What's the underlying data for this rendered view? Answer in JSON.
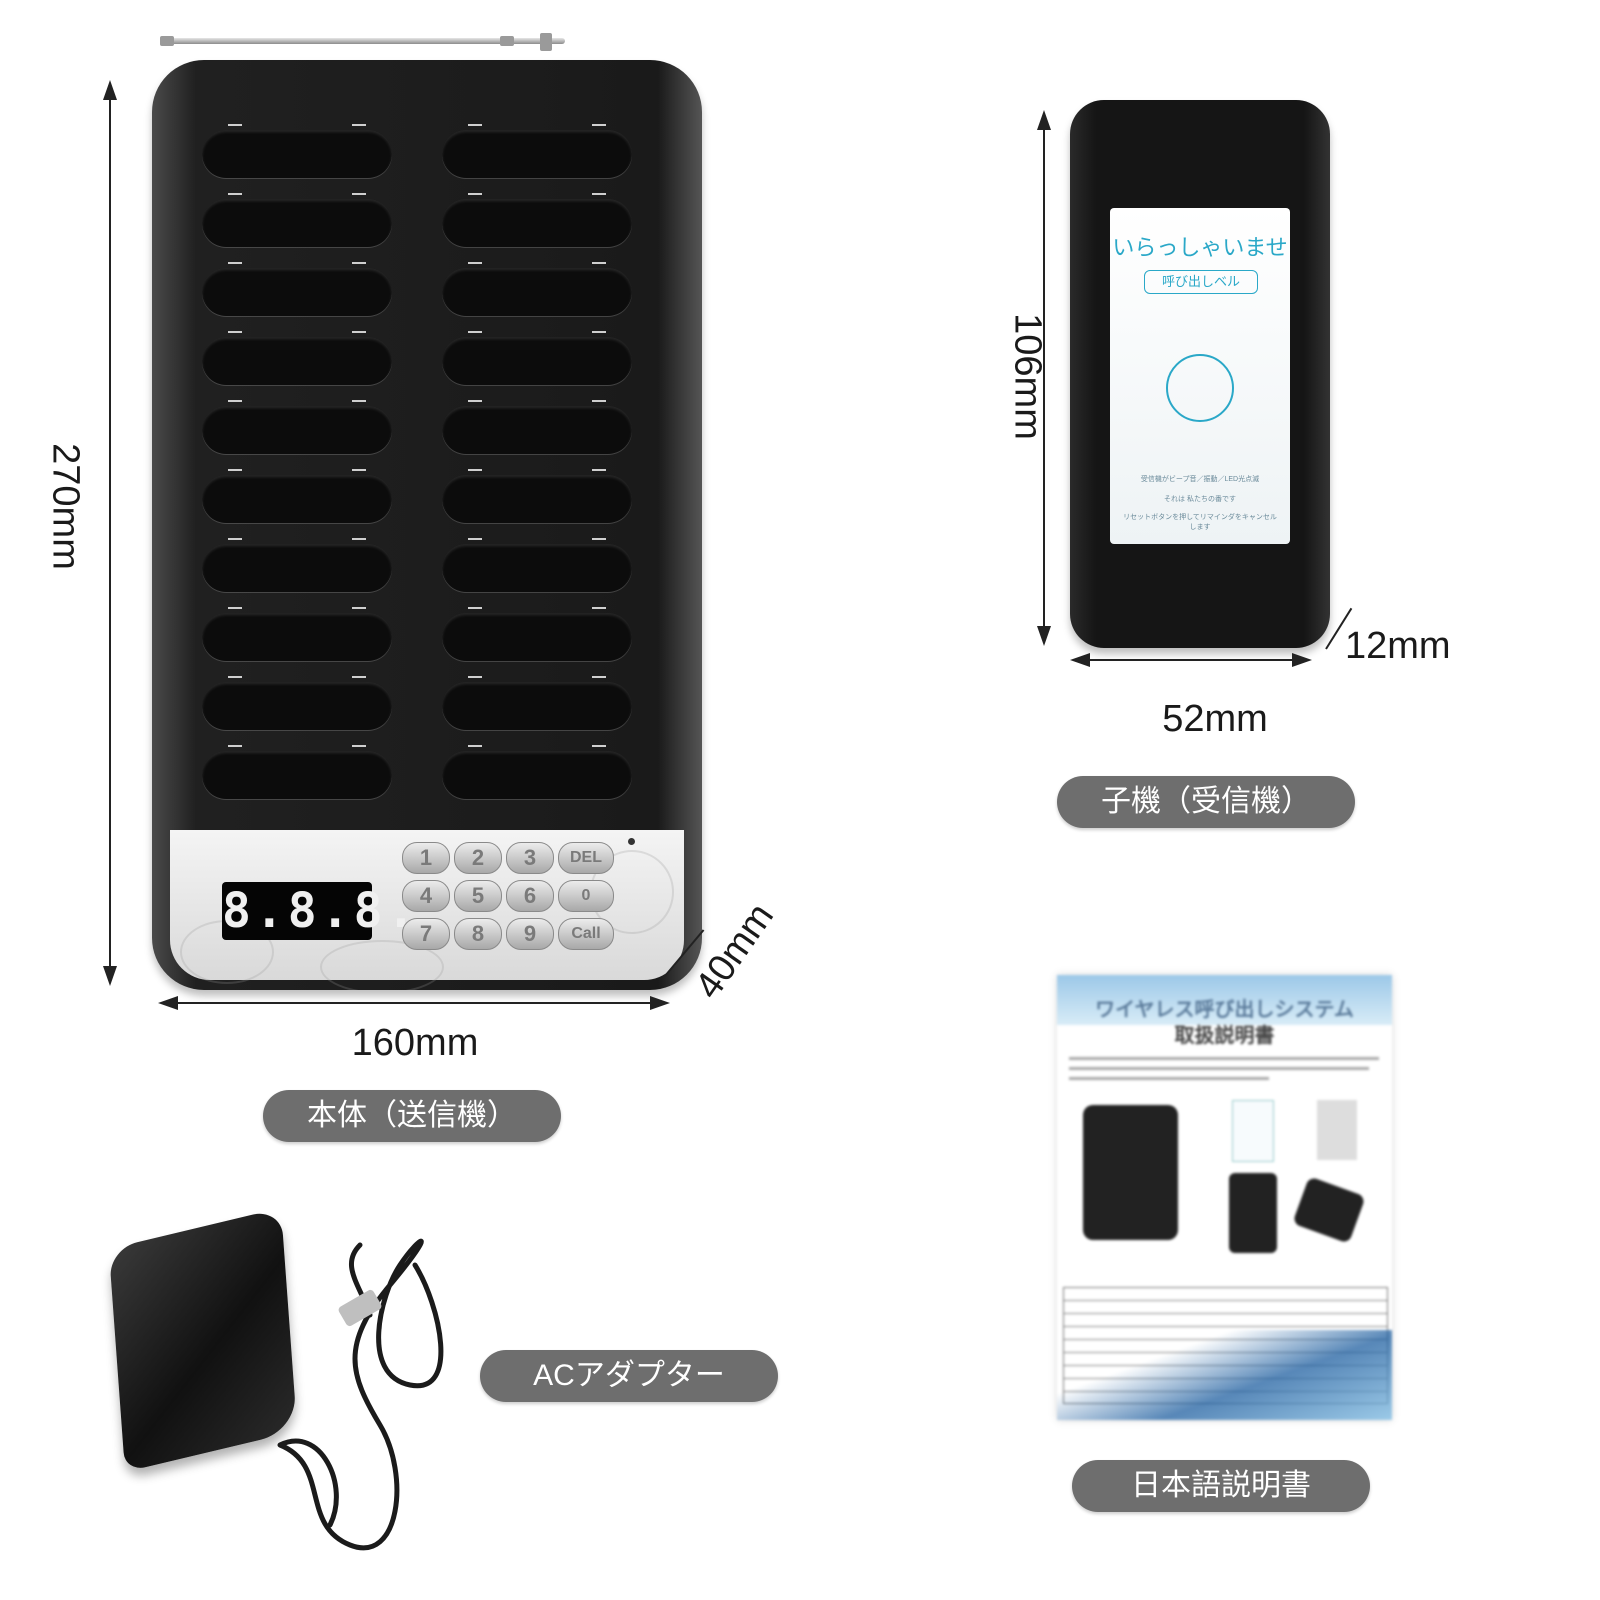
{
  "transmitter": {
    "display_text": "8.8.8.",
    "keys": [
      "1",
      "2",
      "3",
      "DEL",
      "4",
      "5",
      "6",
      "0",
      "7",
      "8",
      "9",
      "Call"
    ],
    "height_label": "270mm",
    "width_label": "160mm",
    "depth_label": "40mm",
    "caption": "本体（送信機）"
  },
  "receiver": {
    "card_title": "いらっしゃいませ",
    "card_subtitle": "呼び出しベル",
    "card_note_1": "受信機がビープ音／振動／LED光点滅",
    "card_note_2": "それは 私たちの番です",
    "card_note_3": "リセットボタンを押してリマインダをキャンセルします",
    "height_label": "106mm",
    "width_label": "52mm",
    "depth_label": "12mm",
    "caption": "子機（受信機）"
  },
  "adapter": {
    "caption": "ACアダプター"
  },
  "manual": {
    "title": "ワイヤレス呼び出しシステム",
    "subtitle": "取扱説明書",
    "caption": "日本語説明書"
  },
  "colors": {
    "pill_bg": "#6e6e6e",
    "card_accent": "#2aa8c8",
    "device_body": "#1a1a1a"
  }
}
